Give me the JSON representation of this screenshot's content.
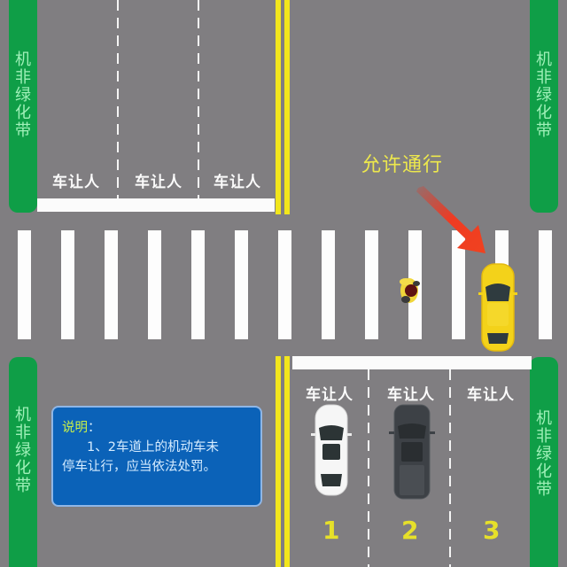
{
  "scene": {
    "description": "Top-down intersection diagram: pedestrian crossing, yellow car stops to yield",
    "road_color": "#807e81",
    "greenbelt_color": "#0f9e47",
    "center_line_color": "#f2e61c"
  },
  "greenbelts": {
    "label": "机非绿化带",
    "top_left": "机非绿化带",
    "top_right": "机非绿化带",
    "bottom_left": "机非绿化带",
    "bottom_right": "机非绿化带"
  },
  "top_lanes": {
    "yield_labels": [
      "车让人",
      "车让人",
      "车让人"
    ]
  },
  "bottom_lanes": {
    "yield_labels": [
      "车让人",
      "车让人",
      "车让人"
    ],
    "lane_numbers": [
      "1",
      "2",
      "3"
    ]
  },
  "crosswalk": {
    "stripe_count": 13
  },
  "callout": {
    "text": "允许通行",
    "arrow_color": "#e8321f"
  },
  "vehicles": [
    {
      "name": "yellow-car",
      "color": "#f3d21a",
      "lane": "crossing-right"
    },
    {
      "name": "white-car",
      "color": "#f6f6f6",
      "lane": "1"
    },
    {
      "name": "dark-suv",
      "color": "#3d4146",
      "lane": "2"
    }
  ],
  "pedestrian": {
    "present": true
  },
  "note": {
    "title": "说明",
    "colon": "：",
    "line1": "1、2车道上的机动车未",
    "line2": "停车让行，应当依法处罚。"
  }
}
